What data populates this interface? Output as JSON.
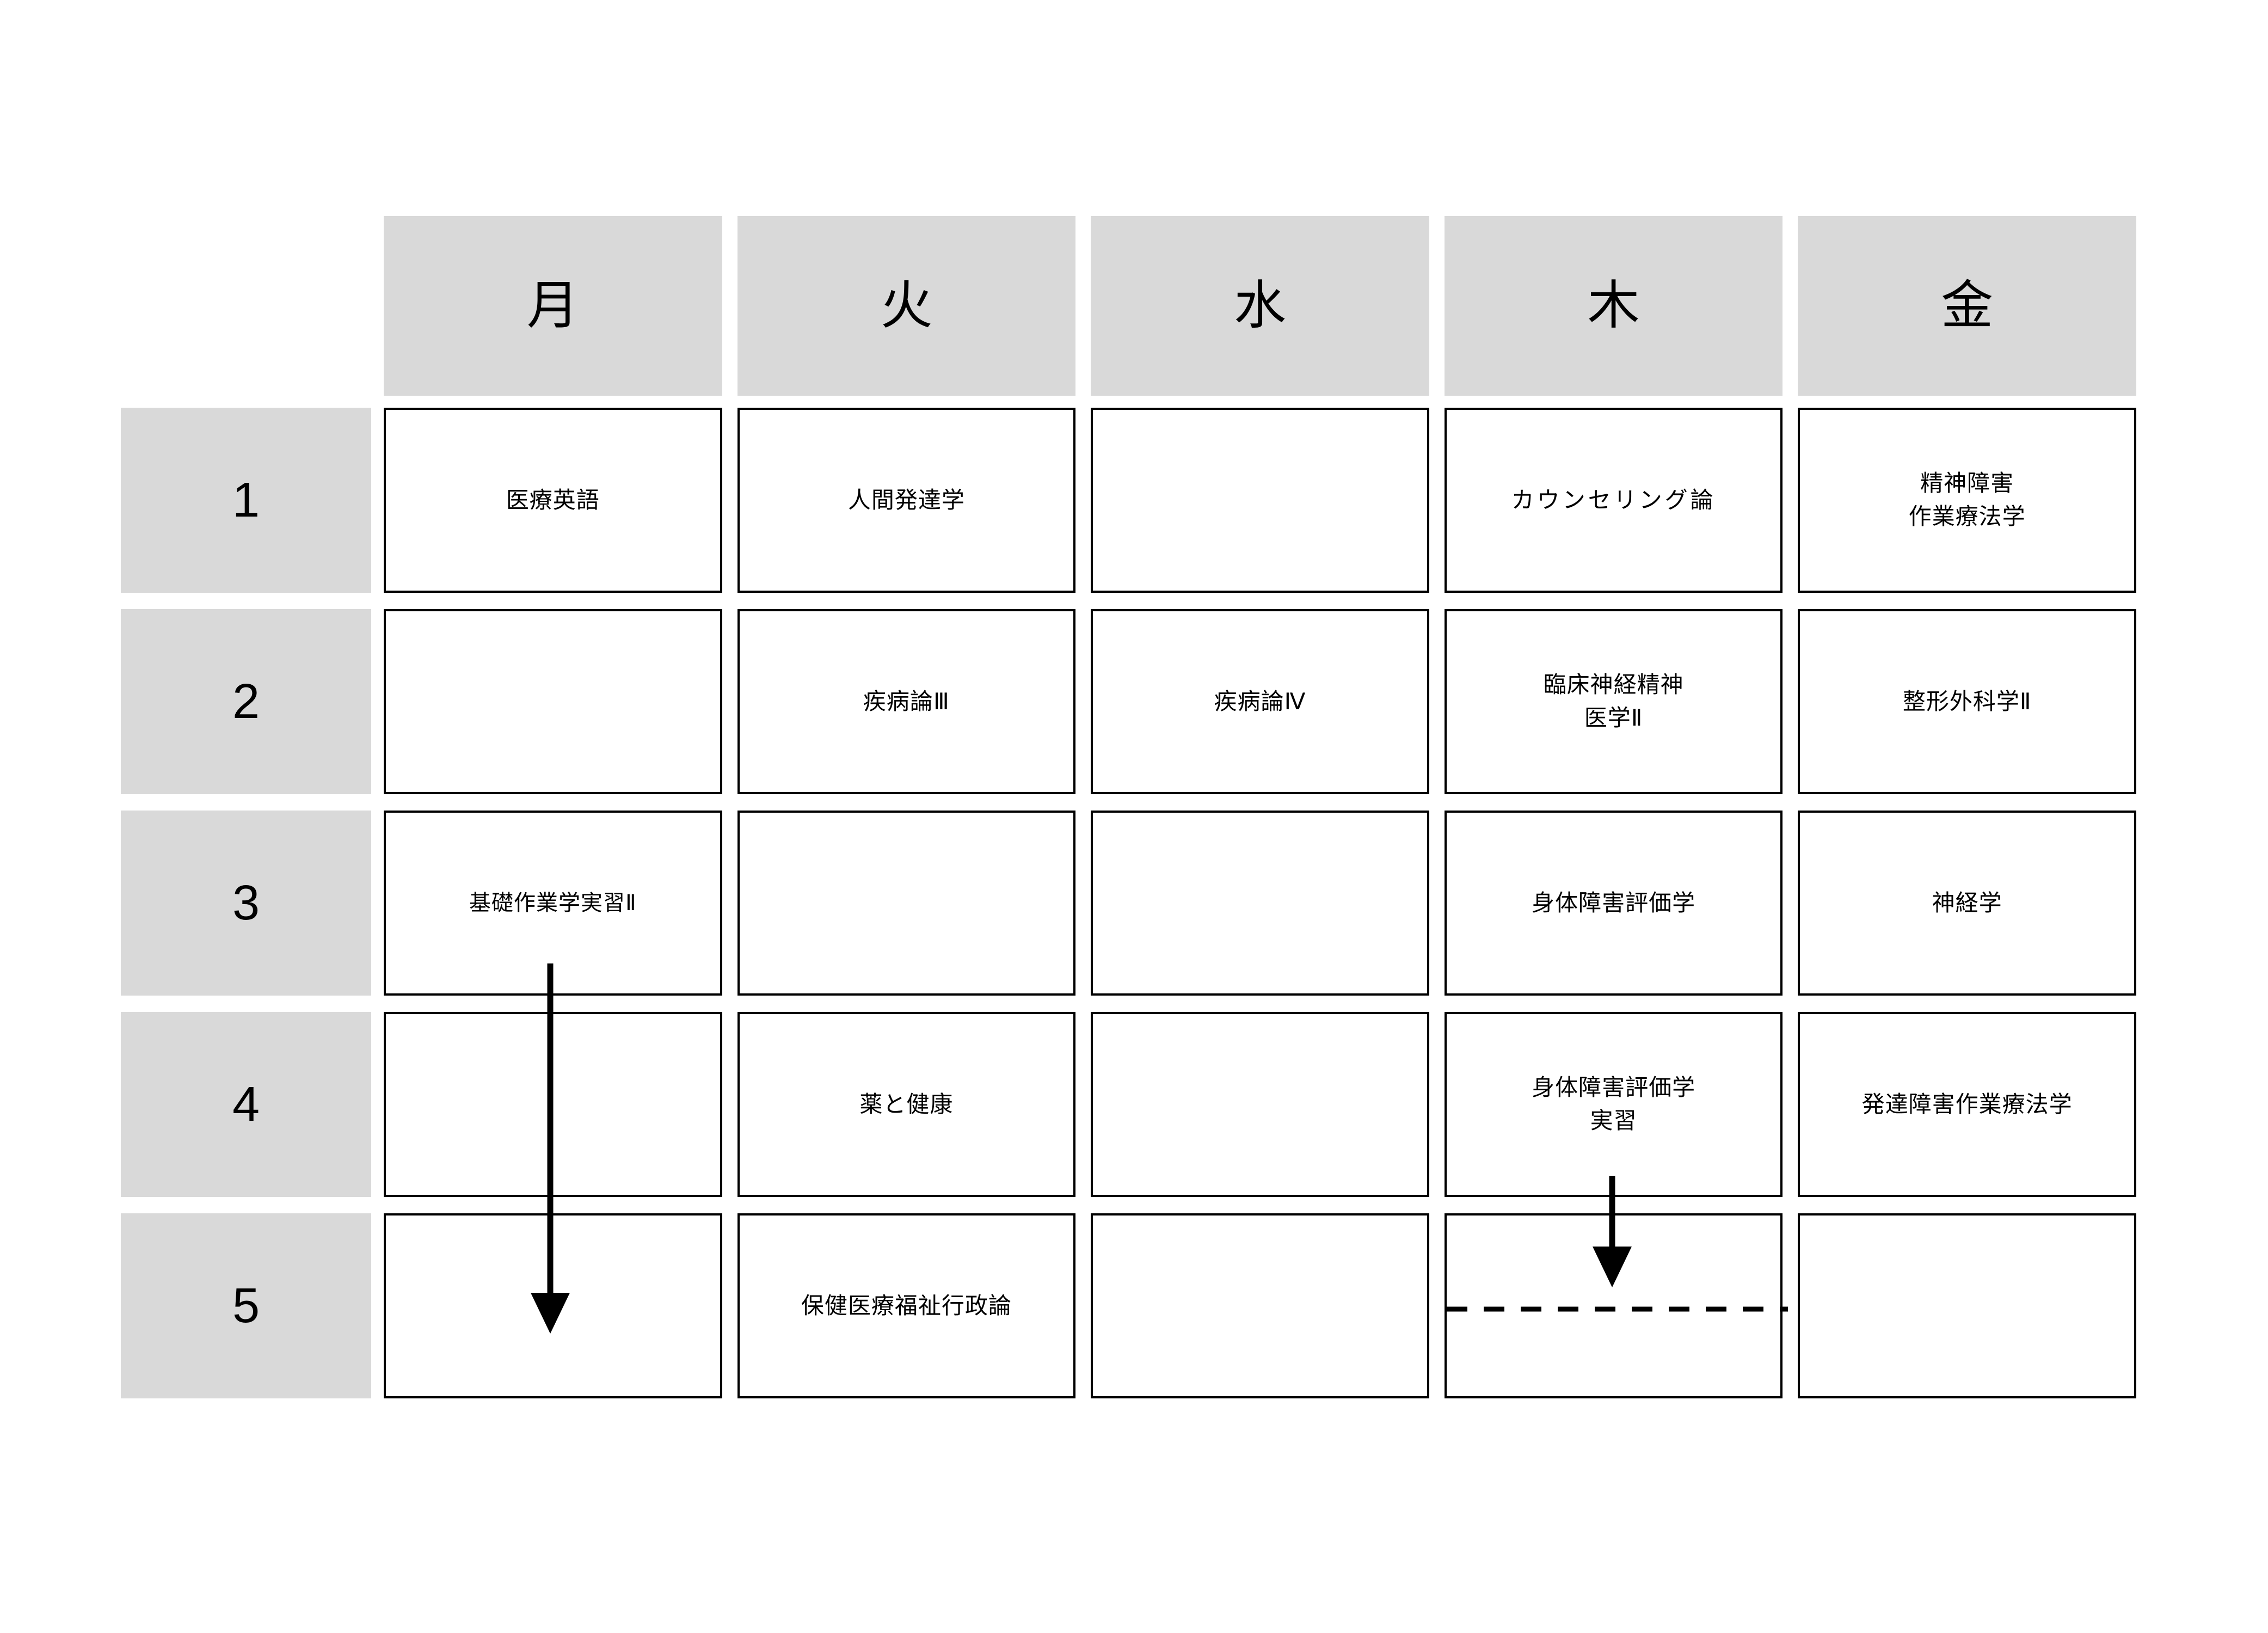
{
  "schedule": {
    "corner_label": "",
    "days": [
      {
        "label": "月"
      },
      {
        "label": "火"
      },
      {
        "label": "水"
      },
      {
        "label": "木"
      },
      {
        "label": "金"
      }
    ],
    "periods": [
      {
        "label": "1"
      },
      {
        "label": "2"
      },
      {
        "label": "3"
      },
      {
        "label": "4"
      },
      {
        "label": "5"
      }
    ],
    "cells": [
      [
        {
          "subject": "医療英語"
        },
        {
          "subject": "人間発達学"
        },
        {
          "subject": ""
        },
        {
          "subject": "カウンセリング論"
        },
        {
          "subject": "精神障害\n作業療法学"
        }
      ],
      [
        {
          "subject": ""
        },
        {
          "subject": "疾病論Ⅲ"
        },
        {
          "subject": "疾病論Ⅳ"
        },
        {
          "subject": "臨床神経精神\n医学Ⅱ"
        },
        {
          "subject": "整形外科学Ⅱ"
        }
      ],
      [
        {
          "subject": "基礎作業学実習Ⅱ"
        },
        {
          "subject": ""
        },
        {
          "subject": ""
        },
        {
          "subject": "身体障害評価学"
        },
        {
          "subject": "神経学"
        }
      ],
      [
        {
          "subject": ""
        },
        {
          "subject": "薬と健康"
        },
        {
          "subject": ""
        },
        {
          "subject": "身体障害評価学\n実習"
        },
        {
          "subject": "発達障害作業療法学"
        }
      ],
      [
        {
          "subject": ""
        },
        {
          "subject": "保健医療福祉行政論"
        },
        {
          "subject": ""
        },
        {
          "subject": ""
        },
        {
          "subject": ""
        }
      ]
    ],
    "continuation_arrows": [
      {
        "name": "monday-basic-practicum-arrow",
        "from_day": "月",
        "from_period": "3",
        "to_period": "5"
      },
      {
        "name": "thursday-evaluation-practicum-arrow",
        "from_day": "木",
        "from_period": "4",
        "to_period": "5"
      }
    ],
    "dashed_separator": {
      "name": "thursday-period5-dashed-line",
      "day": "木",
      "period": "5"
    },
    "colors": {
      "header_background": "#d9d9d9",
      "cell_border": "#000000",
      "page_background": "#ffffff",
      "text": "#000000"
    }
  }
}
